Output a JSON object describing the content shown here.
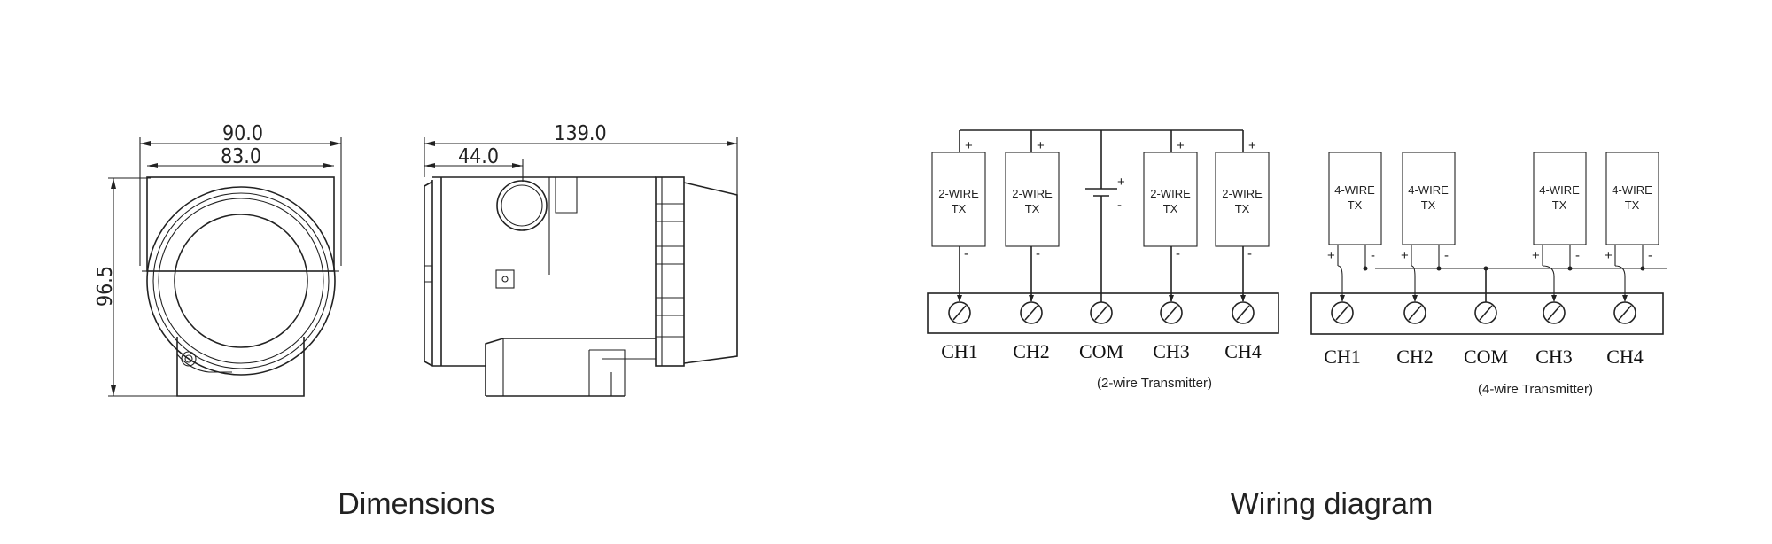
{
  "captions": {
    "left": "Dimensions",
    "right": "Wiring diagram"
  },
  "dimensions": {
    "front_width_outer": "90.0",
    "front_width_inner": "83.0",
    "front_height": "96.5",
    "side_length": "139.0",
    "side_offset": "44.0"
  },
  "wiring_2wire": {
    "tx_label_1": "2-WIRE",
    "tx_label_2": "TX",
    "channels": [
      "CH1",
      "CH2",
      "COM",
      "CH3",
      "CH4"
    ],
    "note": "(2-wire Transmitter)"
  },
  "wiring_4wire": {
    "tx_label_1": "4-WIRE",
    "tx_label_2": "TX",
    "channels": [
      "CH1",
      "CH2",
      "COM",
      "CH3",
      "CH4"
    ],
    "note": "(4-wire Transmitter)"
  },
  "symbols": {
    "plus": "+",
    "minus": "-"
  }
}
